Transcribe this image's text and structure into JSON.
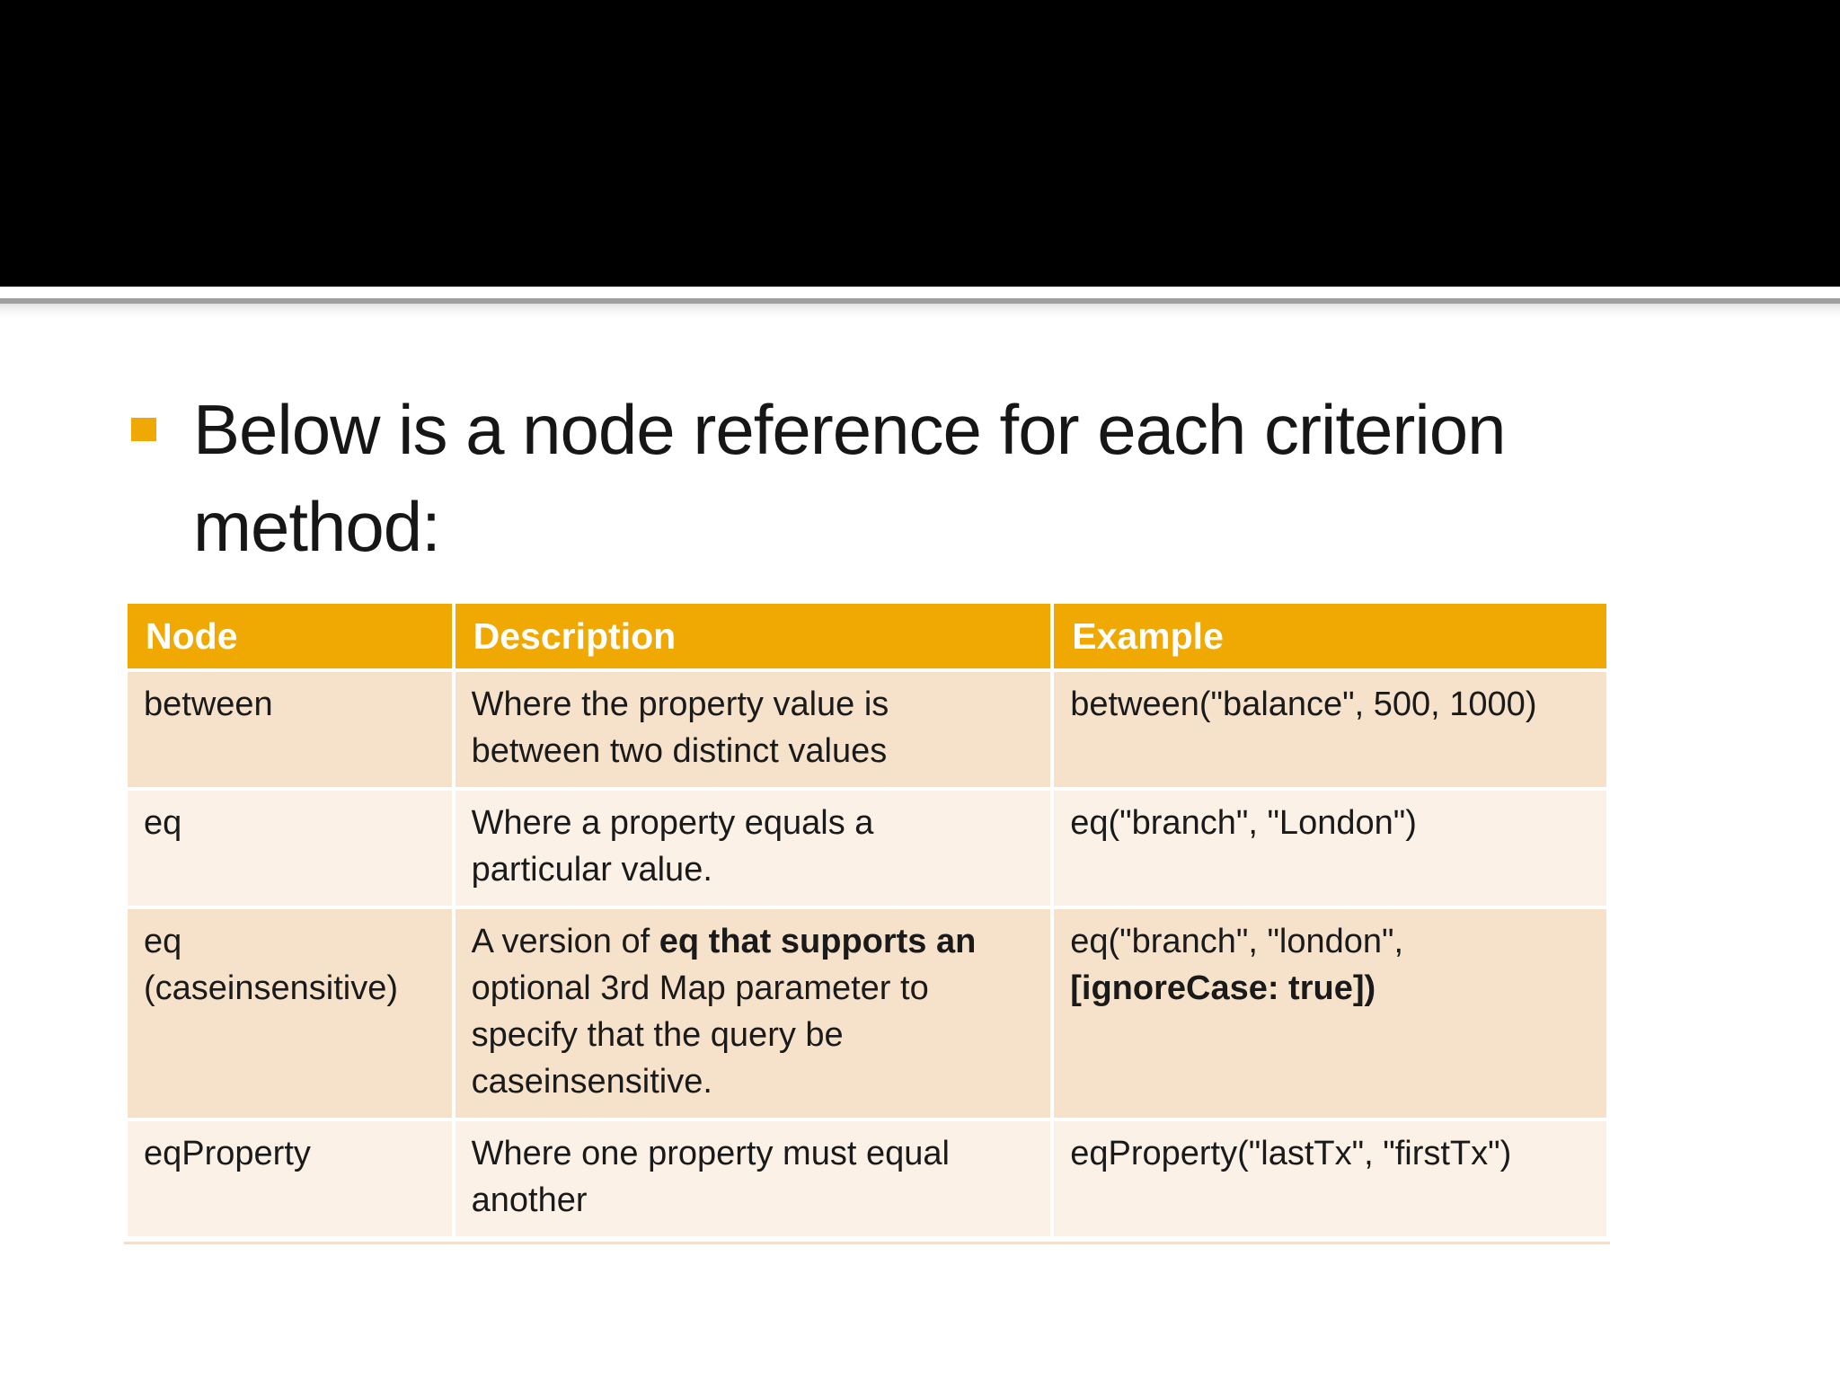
{
  "slide": {
    "title_lines": [
      "Below is a node reference for each criterion",
      "method:"
    ],
    "bullet_icon": "square-bullet"
  },
  "colors": {
    "accent_amber": "#F0A802",
    "header_bg": "#F0A802",
    "header_text": "#FFFFFF",
    "row_band_dark": "#F6E2CA",
    "row_band_light": "#FCF1E6",
    "banner_black": "#000000",
    "body_text": "#1A1A1A"
  },
  "table": {
    "headers": [
      "Node",
      "Description",
      "Example"
    ],
    "rows": [
      {
        "band": "dark",
        "node": [
          [
            {
              "t": "between"
            }
          ]
        ],
        "description": [
          [
            {
              "t": "Where the property value is"
            }
          ],
          [
            {
              "t": "between two distinct values"
            }
          ]
        ],
        "example": [
          [
            {
              "t": "between(\"balance\", 500, 1000)"
            }
          ]
        ]
      },
      {
        "band": "light",
        "node": [
          [
            {
              "t": "eq"
            }
          ]
        ],
        "description": [
          [
            {
              "t": "Where a property equals a"
            }
          ],
          [
            {
              "t": "particular value."
            }
          ]
        ],
        "example": [
          [
            {
              "t": "eq(\"branch\", \"London\")"
            }
          ]
        ]
      },
      {
        "band": "dark",
        "node": [
          [
            {
              "t": "eq"
            }
          ],
          [
            {
              "t": "(caseinsensitive)"
            }
          ]
        ],
        "description": [
          [
            {
              "t": "A version of "
            },
            {
              "t": "eq that supports an",
              "b": true
            }
          ],
          [
            {
              "t": "optional 3rd Map parameter to"
            }
          ],
          [
            {
              "t": "specify that the query be"
            }
          ],
          [
            {
              "t": "caseinsensitive."
            }
          ]
        ],
        "example": [
          [
            {
              "t": "eq(\"branch\", \"london\","
            }
          ],
          [
            {
              "t": "[ignoreCase: true])",
              "b": true
            }
          ]
        ]
      },
      {
        "band": "light",
        "node": [
          [
            {
              "t": "eqProperty"
            }
          ]
        ],
        "description": [
          [
            {
              "t": "Where one property must equal"
            }
          ],
          [
            {
              "t": "another"
            }
          ]
        ],
        "example": [
          [
            {
              "t": "eqProperty(\"lastTx\", \"firstTx\")"
            }
          ]
        ]
      }
    ]
  }
}
